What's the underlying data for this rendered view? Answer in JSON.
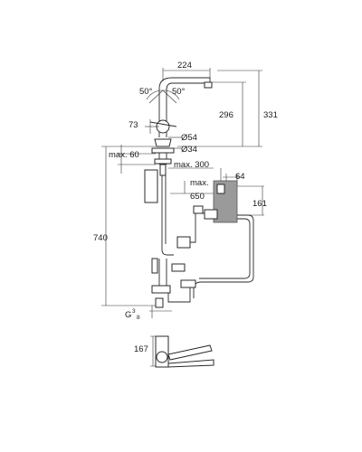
{
  "drawing": {
    "dimensions": {
      "spout_reach": "224",
      "spout_height": "296",
      "total_height_top": "331",
      "swivel_left": "50°",
      "swivel_right": "50°",
      "lever_offset": "73",
      "dia_body": "Ø54",
      "dia_base": "Ø34",
      "max_deck": "max. 60",
      "max_300": "max. 300",
      "max_650_line1": "max.",
      "max_650_line2": "650",
      "box_64": "64",
      "box_161": "161",
      "total_740": "740",
      "thread_g": "G",
      "thread_num": "3",
      "thread_den": "8",
      "bottom_167": "167"
    }
  }
}
